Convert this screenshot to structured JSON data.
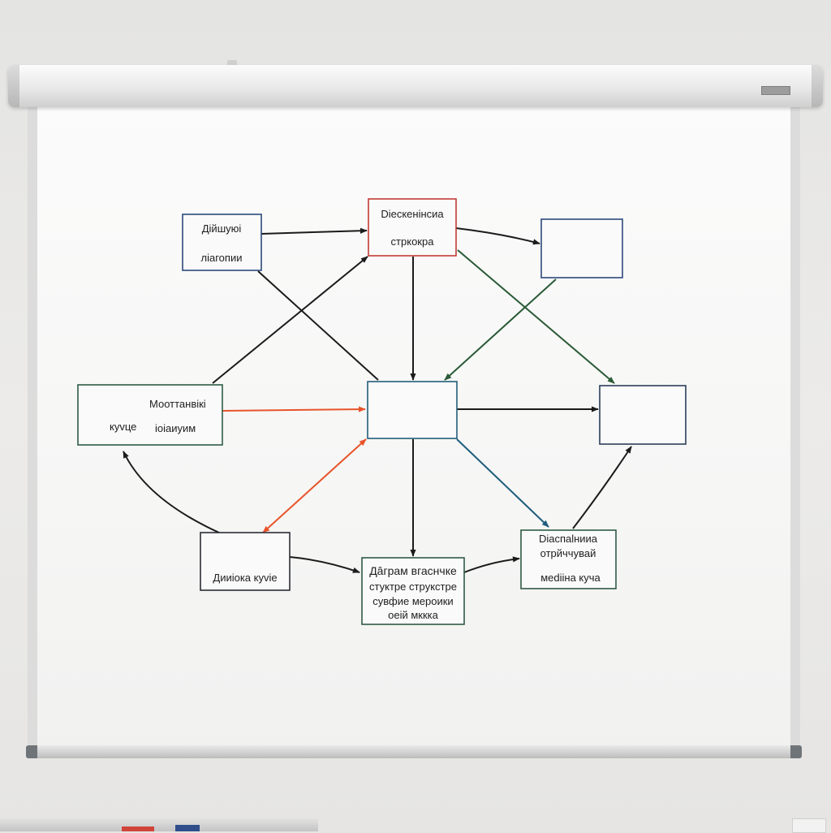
{
  "diagram": {
    "nodes": [
      {
        "id": "n1",
        "lines": [
          "Дійшуюі",
          "ліагопии"
        ],
        "color": "#2c4a7a"
      },
      {
        "id": "n2",
        "lines": [
          "Diecкенінсиа",
          "стркокра"
        ],
        "color": "#c23b35"
      },
      {
        "id": "n3",
        "lines": [],
        "color": "#2c4a7a"
      },
      {
        "id": "n4",
        "lines": [
          "Мооттанвікі",
          "куvце",
          "іоіаиуим"
        ],
        "color": "#2f5b45"
      },
      {
        "id": "n5",
        "lines": [],
        "color": "#235e79"
      },
      {
        "id": "n6",
        "lines": [],
        "color": "#2c3e5a"
      },
      {
        "id": "n7",
        "lines": [
          "Дииіока куvіе"
        ],
        "color": "#2a2e36"
      },
      {
        "id": "n8",
        "lines": [
          "Дâграм вгаснчке",
          "стуктре стрyкстре",
          "сувфие мероики",
          "оеій мккка"
        ],
        "color": "#2f5b45"
      },
      {
        "id": "n9",
        "lines": [
          "Dіаспаlнииа",
          "отрйччувай",
          "меdііна куча"
        ],
        "color": "#2f5b45"
      }
    ],
    "colors": {
      "black": "#1b1b1b",
      "orange": "#e8542a",
      "green": "#2a5a36",
      "teal": "#1e5c7c"
    }
  }
}
